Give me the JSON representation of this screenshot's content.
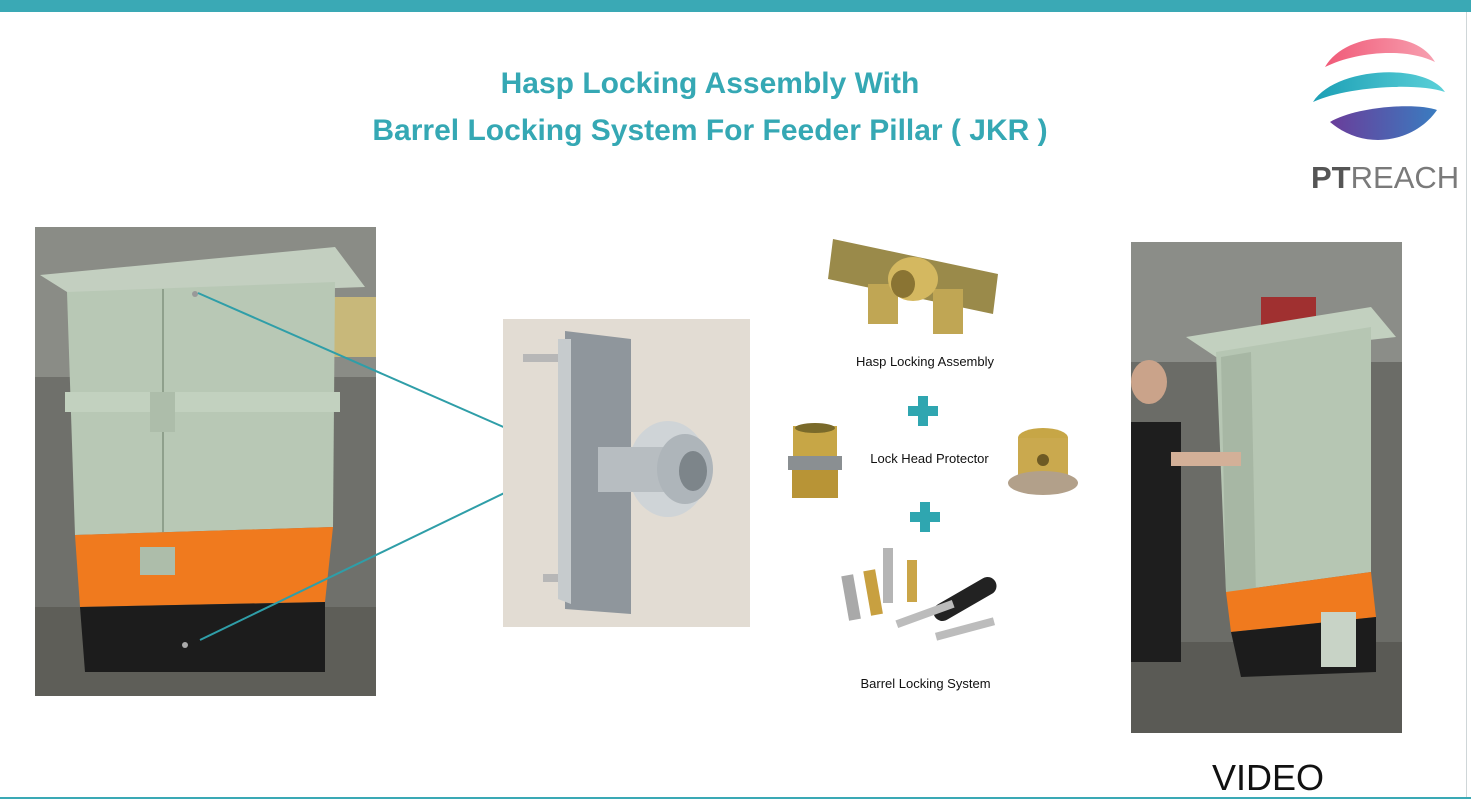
{
  "slide": {
    "title_line1": "Hasp Locking Assembly With",
    "title_line2": "Barrel Locking System For Feeder Pillar ( JKR )",
    "brand": {
      "part1": "PT",
      "part2": "REACH"
    },
    "labels": {
      "hasp": "Hasp Locking Assembly",
      "lock_head": "Lock Head Protector",
      "barrel": "Barrel Locking System"
    },
    "video_label": "VIDEO",
    "colors": {
      "accent": "#35a8b4",
      "cabinet": "#b9c9b7",
      "orange": "#f07a1e"
    }
  }
}
